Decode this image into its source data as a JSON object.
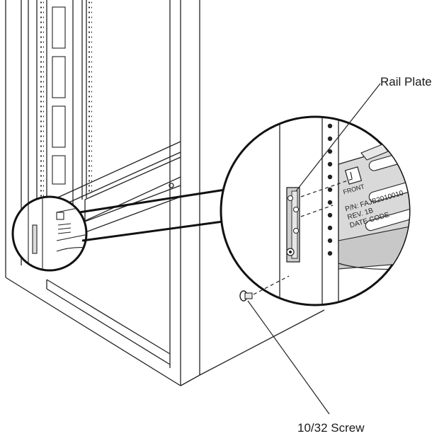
{
  "figure": {
    "callouts": {
      "rail_plate": "Rail Plate",
      "screw": "10/32 Screw"
    },
    "plate_markings": {
      "front": "FRONT",
      "part_number": "P/N: FAJB2010010",
      "revision": "REV. 1B",
      "date_code": "DATE CODE"
    }
  }
}
